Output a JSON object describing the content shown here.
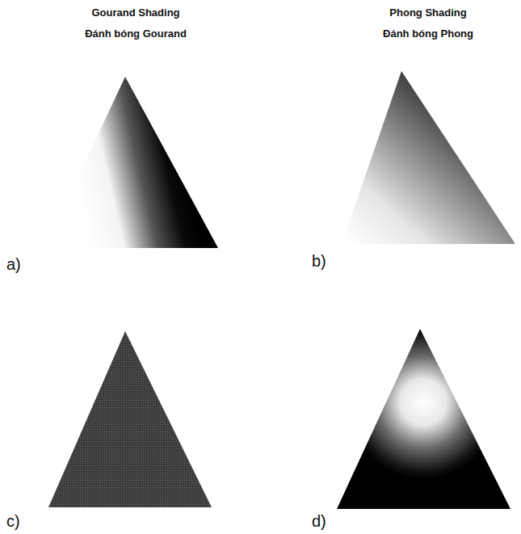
{
  "diagram": {
    "labels": [
      "Gourand Shading",
      "Đánh bóng Gourand",
      "Phong Shading",
      "Đánh bóng Phong",
      "a)",
      "b)",
      "c)",
      "d)"
    ]
  }
}
